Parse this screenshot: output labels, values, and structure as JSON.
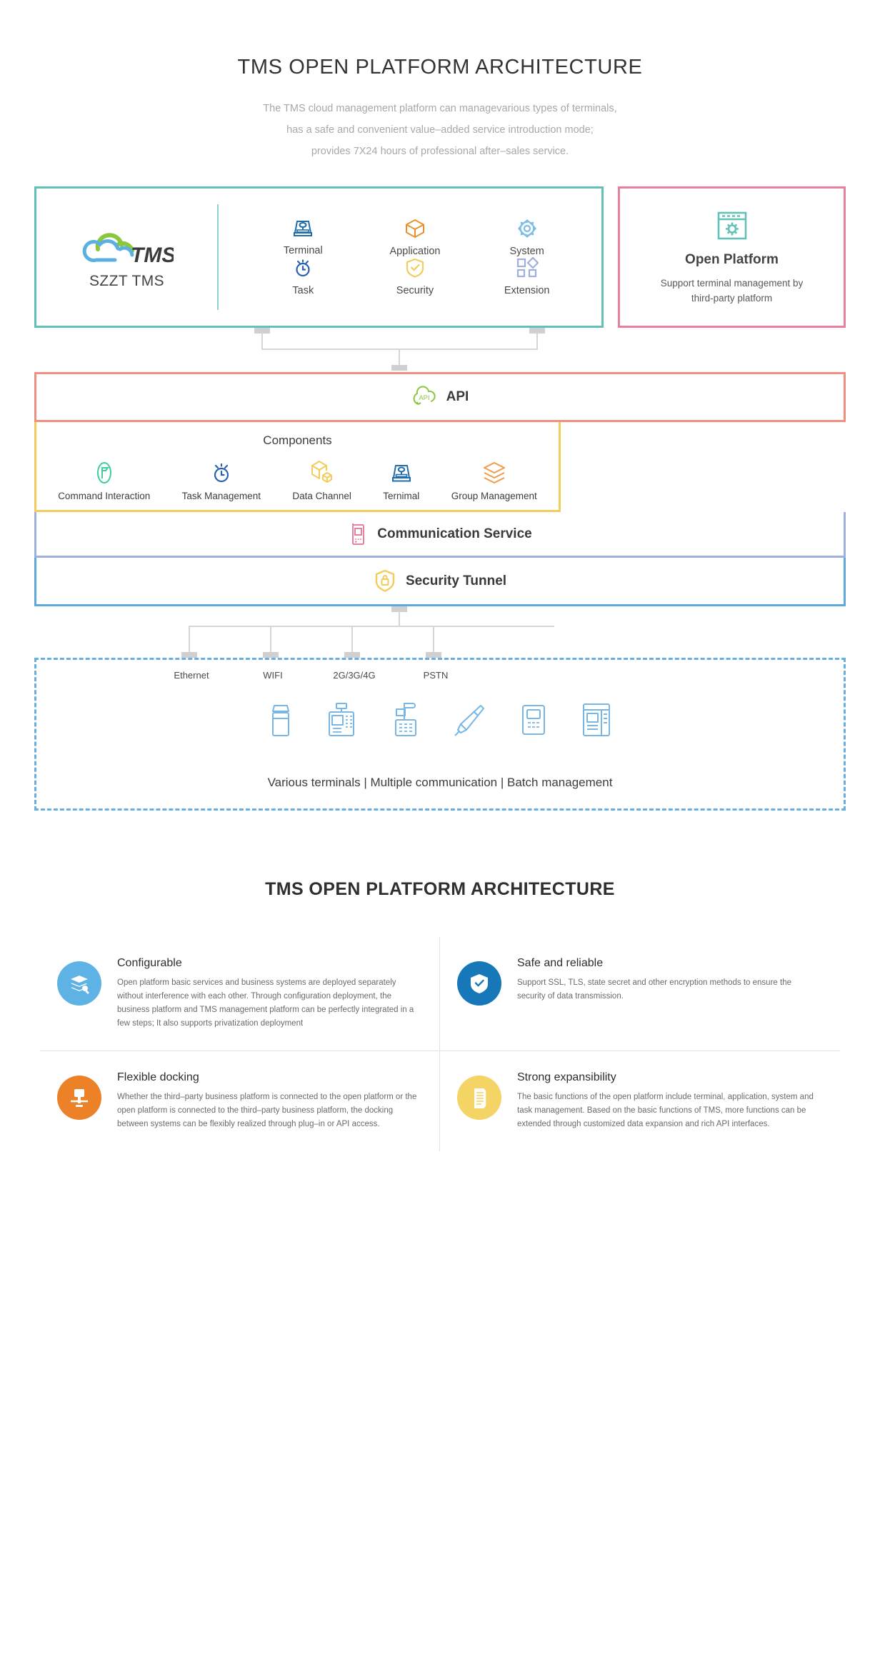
{
  "header": {
    "title": "TMS OPEN PLATFORM ARCHITECTURE",
    "subtitle_lines": [
      "The TMS cloud management platform can managevarious types of terminals,",
      "has a safe and convenient value–added service introduction mode;",
      "provides 7X24 hours of professional after–sales service."
    ]
  },
  "platform": {
    "brand_name": "SZZT TMS",
    "logo_text": "TMS",
    "features": [
      {
        "label": "Terminal",
        "icon": "terminal-icon"
      },
      {
        "label": "Application",
        "icon": "box-icon"
      },
      {
        "label": "System",
        "icon": "gear-icon"
      },
      {
        "label": "Task",
        "icon": "clock-icon"
      },
      {
        "label": "Security",
        "icon": "shield-icon"
      },
      {
        "label": "Extension",
        "icon": "extension-icon"
      }
    ]
  },
  "open_platform": {
    "icon": "browser-gear-icon",
    "title": "Open Platform",
    "desc_lines": [
      "Support terminal management by",
      "third-party platform"
    ]
  },
  "api_bar": {
    "label": "API",
    "icon": "api-cloud-icon"
  },
  "components": {
    "title": "Components",
    "items": [
      {
        "label": "Command Interaction",
        "icon": "play-badge-icon"
      },
      {
        "label": "Task Management",
        "icon": "alarm-clock-icon"
      },
      {
        "label": "Data Channel",
        "icon": "data-cube-icon"
      },
      {
        "label": "Ternimal",
        "icon": "terminal-icon"
      },
      {
        "label": "Group Management",
        "icon": "layers-icon"
      }
    ]
  },
  "communication_bar": {
    "label": "Communication Service",
    "icon": "handset-icon"
  },
  "security_bar": {
    "label": "Security Tunnel",
    "icon": "shield-lock-icon"
  },
  "terminals": {
    "networks": [
      "Ethernet",
      "WIFI",
      "2G/3G/4G",
      "PSTN"
    ],
    "device_icons": [
      "kiosk-icon",
      "pos-scale-icon",
      "pinpad-printer-icon",
      "handheld-scanner-icon",
      "card-reader-icon",
      "atm-icon"
    ],
    "tagline": "Various terminals | Multiple communication | Batch management"
  },
  "section2": {
    "title": "TMS OPEN PLATFORM ARCHITECTURE",
    "cards": [
      {
        "title": "Configurable",
        "icon": "layers-wrench-icon",
        "color": "#5eb3e4",
        "desc": "Open platform basic services and business systems are deployed separately without interference with each other. Through configuration deployment, the business platform and TMS management platform can be perfectly integrated in a few steps; It also supports privatization deployment"
      },
      {
        "title": "Safe and reliable",
        "icon": "shield-check-icon",
        "color": "#1678b8",
        "desc": "Support SSL, TLS, state secret and other encryption methods to ensure the security of data transmission."
      },
      {
        "title": "Flexible docking",
        "icon": "docking-icon",
        "color": "#ec8127",
        "desc": "Whether the third–party business platform is connected to the open platform or the open platform is connected to the third–party business platform, the docking between systems can be flexibly realized through plug–in or API access."
      },
      {
        "title": "Strong expansibility",
        "icon": "notebook-icon",
        "color": "#f3d464",
        "desc": "The basic functions of the open platform include terminal, application, system and task management. Based on the basic functions of TMS, more functions can be extended through customized data expansion and rich API interfaces."
      }
    ]
  },
  "colors": {
    "platform_border": "#63c2b8",
    "open_border": "#e8819e",
    "api_border": "#f08f7e",
    "components_border": "#f2cd5b",
    "comm_border": "#9fb0dd",
    "security_border": "#5fa8de",
    "terminals_border": "#6aaee0"
  }
}
